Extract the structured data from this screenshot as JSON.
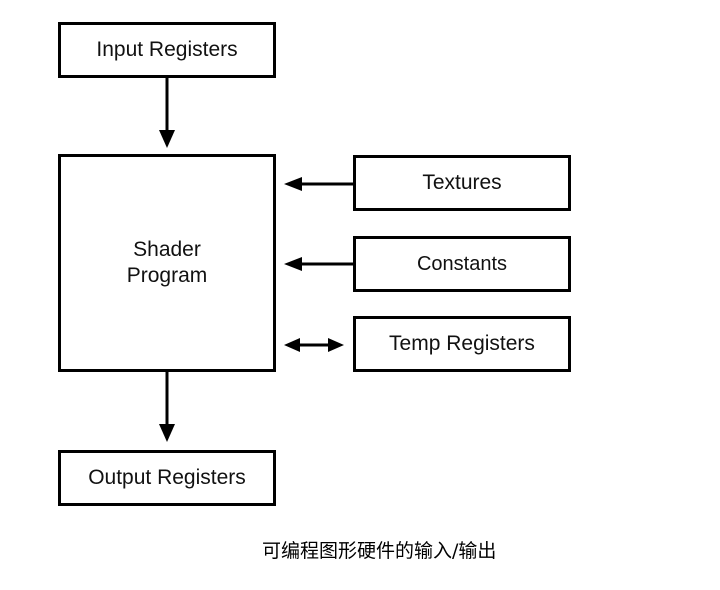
{
  "diagram": {
    "input_registers": "Input Registers",
    "shader_program_line1": "Shader",
    "shader_program_line2": "Program",
    "output_registers": "Output Registers",
    "textures": "Textures",
    "constants": "Constants",
    "temp_registers": "Temp Registers"
  },
  "caption": "可编程图形硬件的输入/输出",
  "colors": {
    "stroke": "#000000",
    "background": "#ffffff"
  }
}
